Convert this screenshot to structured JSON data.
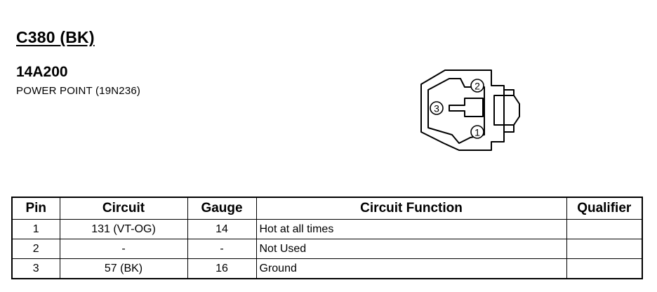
{
  "header": {
    "connector_id": "C380 (BK)",
    "part_number": "14A200",
    "description": "POWER POINT (19N236)"
  },
  "connector_diagram": {
    "pins": [
      "1",
      "2",
      "3"
    ]
  },
  "table": {
    "columns": [
      "Pin",
      "Circuit",
      "Gauge",
      "Circuit Function",
      "Qualifier"
    ],
    "rows": [
      {
        "pin": "1",
        "circuit": "131 (VT-OG)",
        "gauge": "14",
        "function": "Hot at all times",
        "qualifier": ""
      },
      {
        "pin": "2",
        "circuit": "-",
        "gauge": "-",
        "function": "Not Used",
        "qualifier": ""
      },
      {
        "pin": "3",
        "circuit": "57 (BK)",
        "gauge": "16",
        "function": "Ground",
        "qualifier": ""
      }
    ]
  }
}
